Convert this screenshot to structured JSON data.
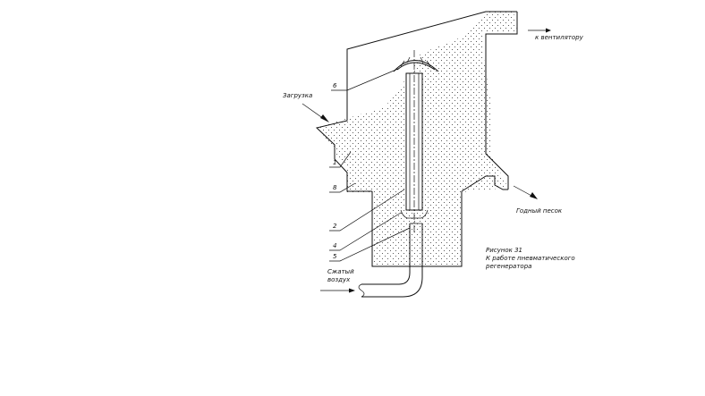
{
  "labels": {
    "to_fan": "к вентилятору",
    "loading": "Загрузка",
    "product_out": "Годный песок",
    "compressed_air": "Сжатый воздух",
    "caption_line1": "Рисунок 31",
    "caption_line2": "К работе пневматического",
    "caption_line3": "регенератора"
  },
  "callouts": [
    "6",
    "1",
    "8",
    "2",
    "4",
    "5"
  ]
}
